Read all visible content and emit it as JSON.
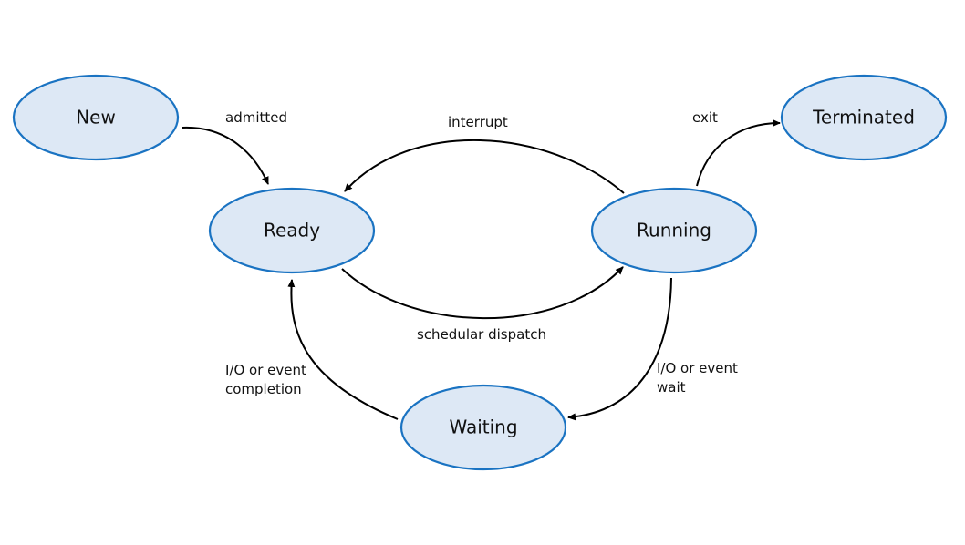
{
  "diagram": {
    "title": "Process State Diagram",
    "colors": {
      "node_fill": "#dde8f5",
      "node_stroke": "#1a73c2",
      "edge": "#000000"
    },
    "nodes": {
      "new": "New",
      "ready": "Ready",
      "running": "Running",
      "terminated": "Terminated",
      "waiting": "Waiting"
    },
    "edges": {
      "admitted": {
        "from": "New",
        "to": "Ready",
        "label": "admitted"
      },
      "interrupt": {
        "from": "Running",
        "to": "Ready",
        "label": "interrupt"
      },
      "exit": {
        "from": "Running",
        "to": "Terminated",
        "label": "exit"
      },
      "dispatch": {
        "from": "Ready",
        "to": "Running",
        "label": "schedular dispatch"
      },
      "io_wait": {
        "from": "Running",
        "to": "Waiting",
        "label_line1": "I/O or event",
        "label_line2": "wait"
      },
      "io_completion": {
        "from": "Waiting",
        "to": "Ready",
        "label_line1": "I/O or event",
        "label_line2": "completion"
      }
    }
  }
}
